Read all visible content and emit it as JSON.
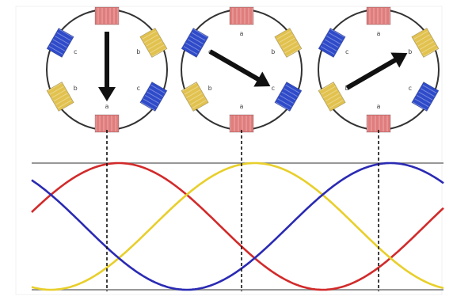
{
  "colors": {
    "background": "#ffffff",
    "frame": "#eeeeee",
    "phase_a": "#d22a2a",
    "phase_b": "#e8cf2a",
    "phase_c": "#2a2ab4",
    "pole_red": "#e07d7d",
    "pole_yellow": "#e2c24f",
    "pole_blue": "#2f4bc9",
    "arrow": "#111111",
    "axis": "#777777",
    "guide": "#111111"
  },
  "stator_diagrams": [
    {
      "id": "stator-1",
      "vector_direction": "down"
    },
    {
      "id": "stator-2",
      "vector_direction": "down-right"
    },
    {
      "id": "stator-3",
      "vector_direction": "up-right"
    }
  ],
  "waveforms": [
    {
      "name": "",
      "phase": "a",
      "color_key": "phase_a"
    },
    {
      "name": "",
      "phase": "b",
      "color_key": "phase_b"
    },
    {
      "name": "",
      "phase": "c",
      "color_key": "phase_c"
    }
  ],
  "pole_labels": [
    "a",
    "b",
    "c",
    "a",
    "b",
    "c"
  ]
}
